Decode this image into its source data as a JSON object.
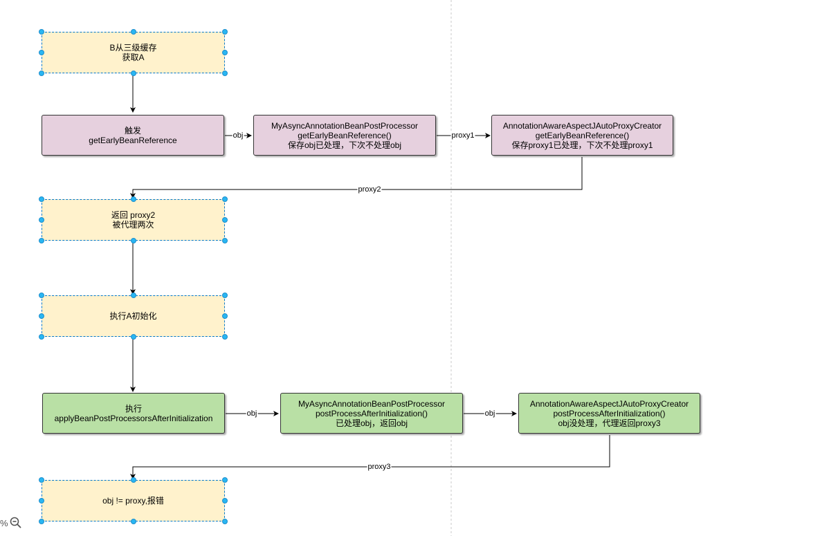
{
  "nodes": {
    "b_get_cache": "B从三级缓存\n获取A",
    "trigger": "触发\ngetEarlyBeanReference",
    "async_early": "MyAsyncAnnotationBeanPostProcessor\ngetEarlyBeanReference()\n保存obj已处理，下次不处理obj",
    "aspectj_early": "AnnotationAwareAspectJAutoProxyCreator\ngetEarlyBeanReference()\n保存proxy1已处理，下次不处理proxy1",
    "return_proxy2": "返回 proxy2\n被代理两次",
    "init_a": "执行A初始化",
    "apply_after": "执行\napplyBeanPostProcessorsAfterInitialization",
    "async_after": "MyAsyncAnnotationBeanPostProcessor\npostProcessAfterInitialization()\n已处理obj，返回obj",
    "aspectj_after": "AnnotationAwareAspectJAutoProxyCreator\npostProcessAfterInitialization()\nobj没处理，代理返回proxy3",
    "error": "obj != proxy,报错"
  },
  "edge_labels": {
    "obj_1": "obj",
    "proxy1": "proxy1",
    "proxy2": "proxy2",
    "obj_2": "obj",
    "obj_3": "obj",
    "proxy3": "proxy3"
  },
  "zoom": {
    "percent": "%",
    "icon": "zoom-out-icon"
  },
  "colors": {
    "yellow_fill": "#fff2cc",
    "purple_fill": "#e6d0de",
    "green_fill": "#b9e0a5",
    "selection": "#29b6f2"
  }
}
